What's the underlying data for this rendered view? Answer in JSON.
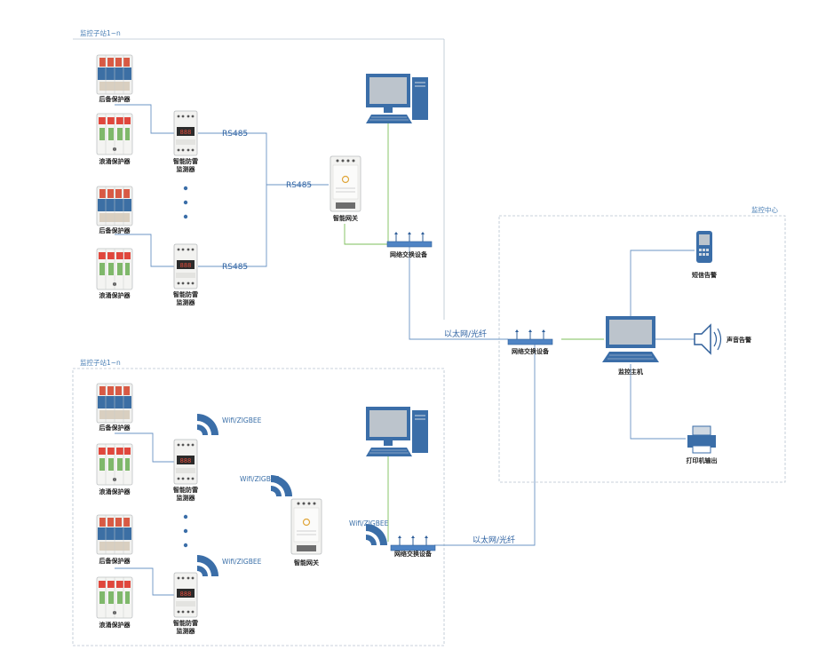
{
  "regions": {
    "station_top": "监控子站1~n",
    "station_bottom": "监控子站1~n",
    "center": "监控中心"
  },
  "top_station": {
    "breaker_1": "后备保护器",
    "spd_1": "浪涌保护器",
    "breaker_2": "后备保护器",
    "spd_2": "浪涌保护器",
    "monitor_1": [
      "智能防雷",
      "监测器"
    ],
    "monitor_2": [
      "智能防雷",
      "监测器"
    ],
    "bus_1": "RS485",
    "bus_2": "RS485",
    "bus_main": "RS485",
    "gateway": "智能网关",
    "switch": "网络交换设备"
  },
  "bottom_station": {
    "breaker_1": "后备保护器",
    "spd_1": "浪涌保护器",
    "breaker_2": "后备保护器",
    "spd_2": "浪涌保护器",
    "monitor_1": [
      "智能防雷",
      "监测器"
    ],
    "monitor_2": [
      "智能防雷",
      "监测器"
    ],
    "wifi_1": "Wifi/ZIGBEE",
    "wifi_2": "Wifi/ZIGBEE",
    "wifi_3": "Wifi/ZIGBEE",
    "wifi_4": "Wifi/ZIGBEE",
    "gateway": "智能网关",
    "switch": "网络交换设备"
  },
  "center": {
    "switch": "网络交换设备",
    "host": "监控主机",
    "sms": "短信告警",
    "sound": "声音告警",
    "printer": "打印机输出"
  },
  "links": {
    "ethernet_top": "以太网/光纤",
    "ethernet_bottom": "以太网/光纤"
  },
  "colors": {
    "line_blue": "#6b94c4",
    "line_green": "#7cbf5a",
    "border_gray": "#b8c4d0",
    "device_blue": "#4f7fc2"
  }
}
